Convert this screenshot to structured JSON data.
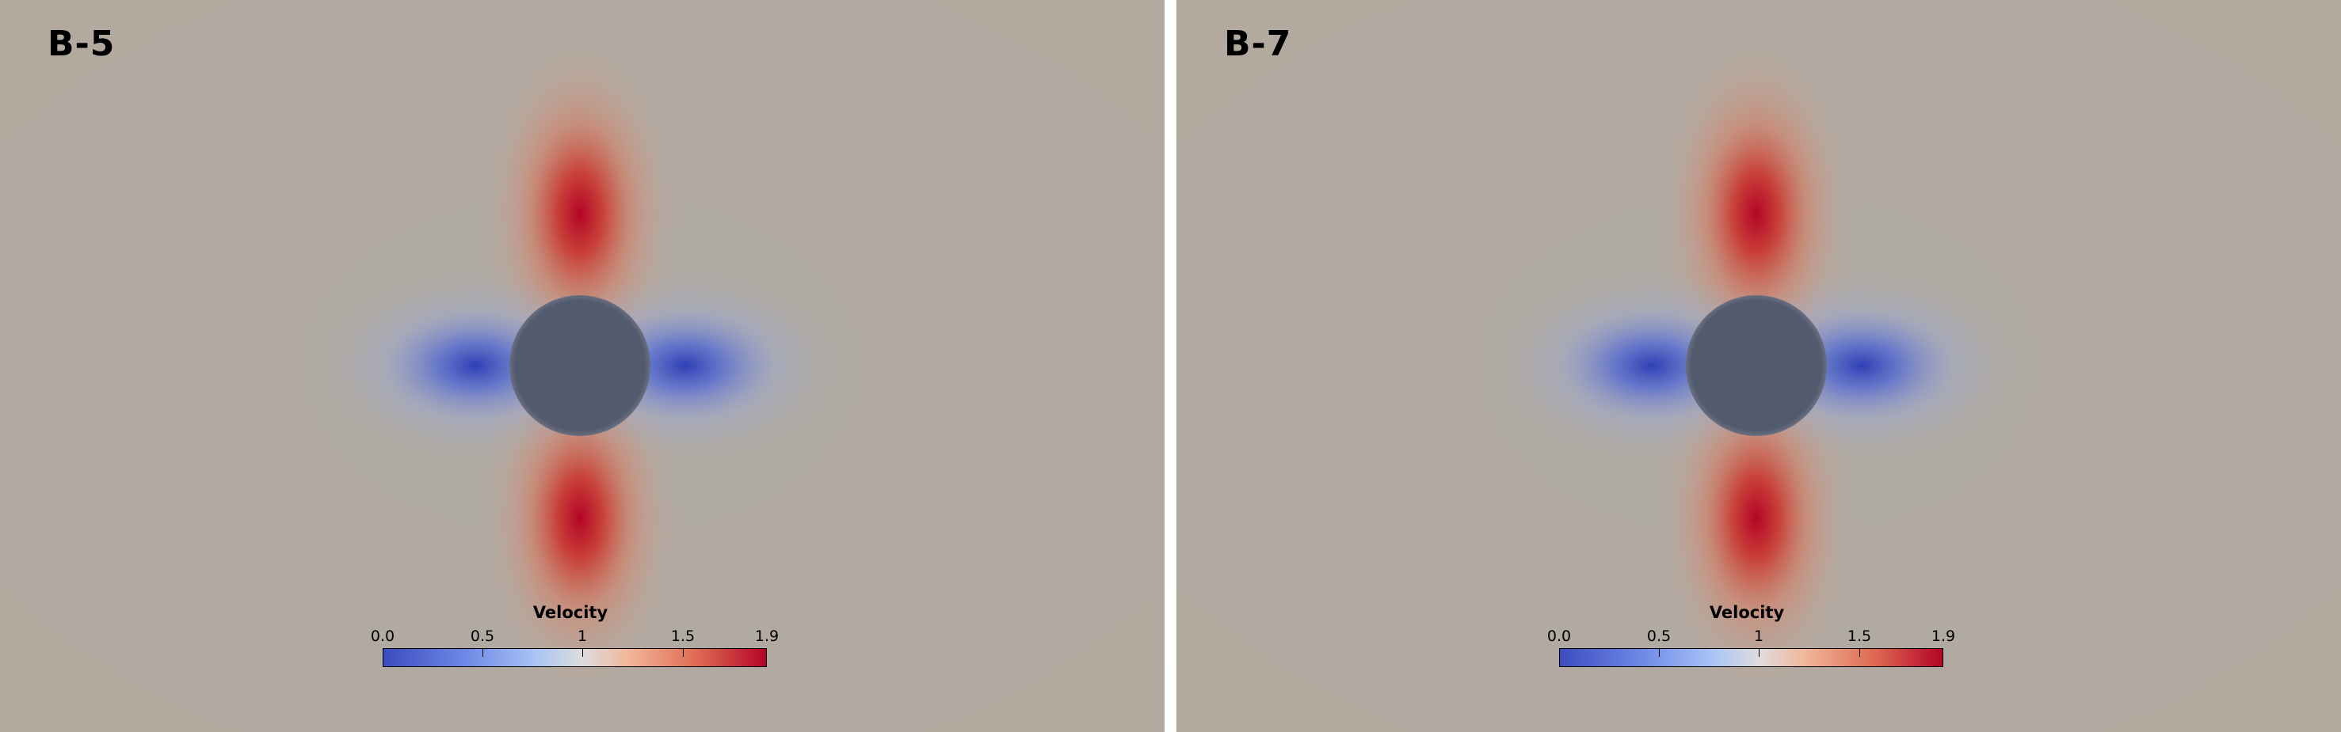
{
  "panels": [
    {
      "title": "B-5",
      "colorbar": {
        "title": "Velocity",
        "ticks": [
          "0.0",
          "0.5",
          "1",
          "1.5",
          "1.9"
        ]
      }
    },
    {
      "title": "B-7",
      "colorbar": {
        "title": "Velocity",
        "ticks": [
          "0.0",
          "0.5",
          "1",
          "1.5",
          "1.9"
        ]
      }
    }
  ],
  "colors": {
    "background_field": "#b3a99e",
    "high_velocity": "#b40426",
    "low_velocity": "#3b4cc0",
    "neutral": "#dddcdc",
    "cylinder": "#525a6d",
    "divider": "#ffffff"
  },
  "colormap": "cool-to-warm",
  "colorbar_range": [
    0.0,
    1.9
  ]
}
